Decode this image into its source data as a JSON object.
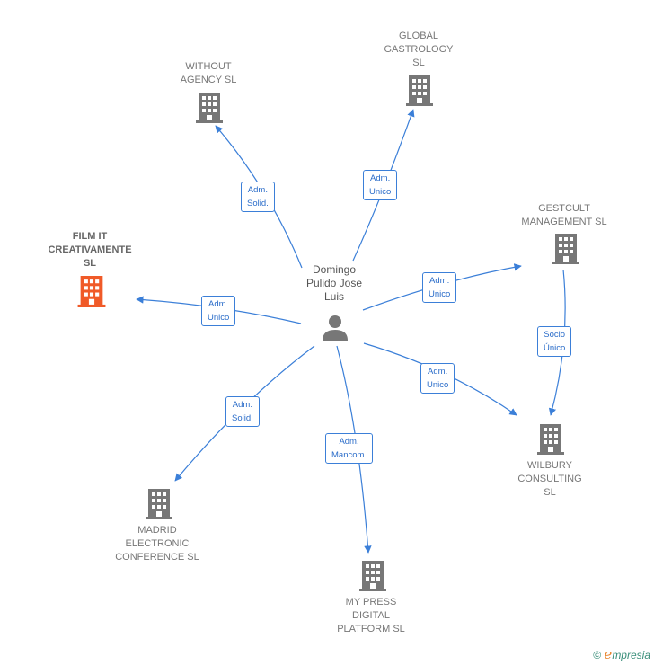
{
  "person": {
    "name": "Domingo\nPulido Jose\nLuis"
  },
  "companies": {
    "without_agency": "WITHOUT\nAGENCY  SL",
    "global_gastrology": "GLOBAL\nGASTROLOGY\nSL",
    "gestcult": "GESTCULT\nMANAGEMENT SL",
    "film_it": "FILM IT\nCREATIVAMENTE\nSL",
    "wilbury": "WILBURY\nCONSULTING\nSL",
    "madrid_electronic": "MADRID\nELECTRONIC\nCONFERENCE SL",
    "my_press": "MY PRESS\nDIGITAL\nPLATFORM  SL"
  },
  "relations": {
    "without_agency": "Adm.\nSolid.",
    "global_gastrology": "Adm.\nUnico",
    "gestcult": "Adm.\nUnico",
    "film_it": "Adm.\nUnico",
    "wilbury": "Adm.\nUnico",
    "madrid_electronic": "Adm.\nSolid.",
    "my_press": "Adm.\nMancom.",
    "gestcult_wilbury": "Socio\nÚnico"
  },
  "colors": {
    "edge": "#3b7fd8",
    "building": "#777777",
    "focus": "#f05a28",
    "person": "#777777"
  },
  "footer": {
    "copyright": "©",
    "brand_first": "e",
    "brand_rest": "mpresia"
  }
}
